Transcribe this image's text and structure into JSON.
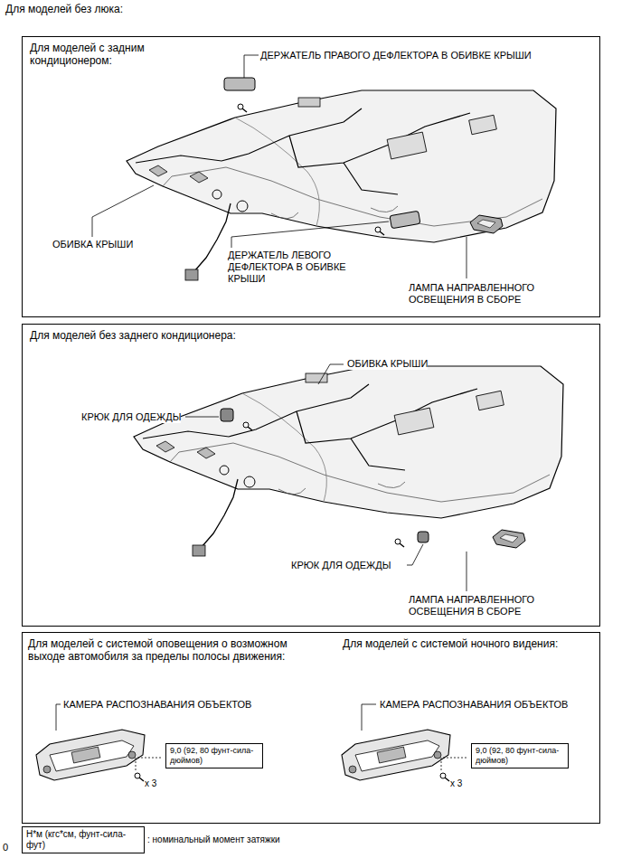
{
  "diagram": {
    "title": "Для моделей без люка:",
    "nodes": [
      {
        "text": [
          "Для моделей с задним кондиционером:"
        ]
      },
      {
        "text": [
          "Для моделей без заднего кондиционера:"
        ]
      },
      {
        "text": [
          "Для моделей с системой оповещения о возможном выходе автомобиля за пределы полосы движения:",
          "Для моделей с системой ночного видения:"
        ]
      },
      {
        "text": [
          "9,0 (92, 80 фунт-сила-дюймов)"
        ],
        "in": 2
      },
      {
        "text": [
          "9,0 (92, 80 фунт-сила-дюймов)"
        ],
        "in": 2
      },
      {
        "text": [
          "Н*м (кгс*см, фунт-сила-фут)"
        ]
      }
    ],
    "labels": [
      "ДЕРЖАТЕЛЬ ПРАВОГО ДЕФЛЕКТОРА В ОБИВКЕ КРЫШИ",
      "ОБИВКА КРЫШИ",
      "ДЕРЖАТЕЛЬ ЛЕВОГО ДЕФЛЕКТОРА В ОБИВКЕ КРЫШИ",
      "ЛАМПА НАПРАВЛЕННОГО ОСВЕЩЕНИЯ В СБОРЕ",
      "ОБИВКА КРЫШИ",
      "КРЮК ДЛЯ ОДЕЖДЫ",
      "КРЮК ДЛЯ ОДЕЖДЫ",
      "ЛАМПА НАПРАВЛЕННОГО ОСВЕЩЕНИЯ В СБОРЕ",
      "КАМЕРА РАСПОЗНАВАНИЯ ОБЪЕКТОВ",
      "x 3",
      "КАМЕРА РАСПОЗНАВАНИЯ ОБЪЕКТОВ",
      "x 3",
      ": номинальный момент затяжки",
      "0"
    ]
  }
}
